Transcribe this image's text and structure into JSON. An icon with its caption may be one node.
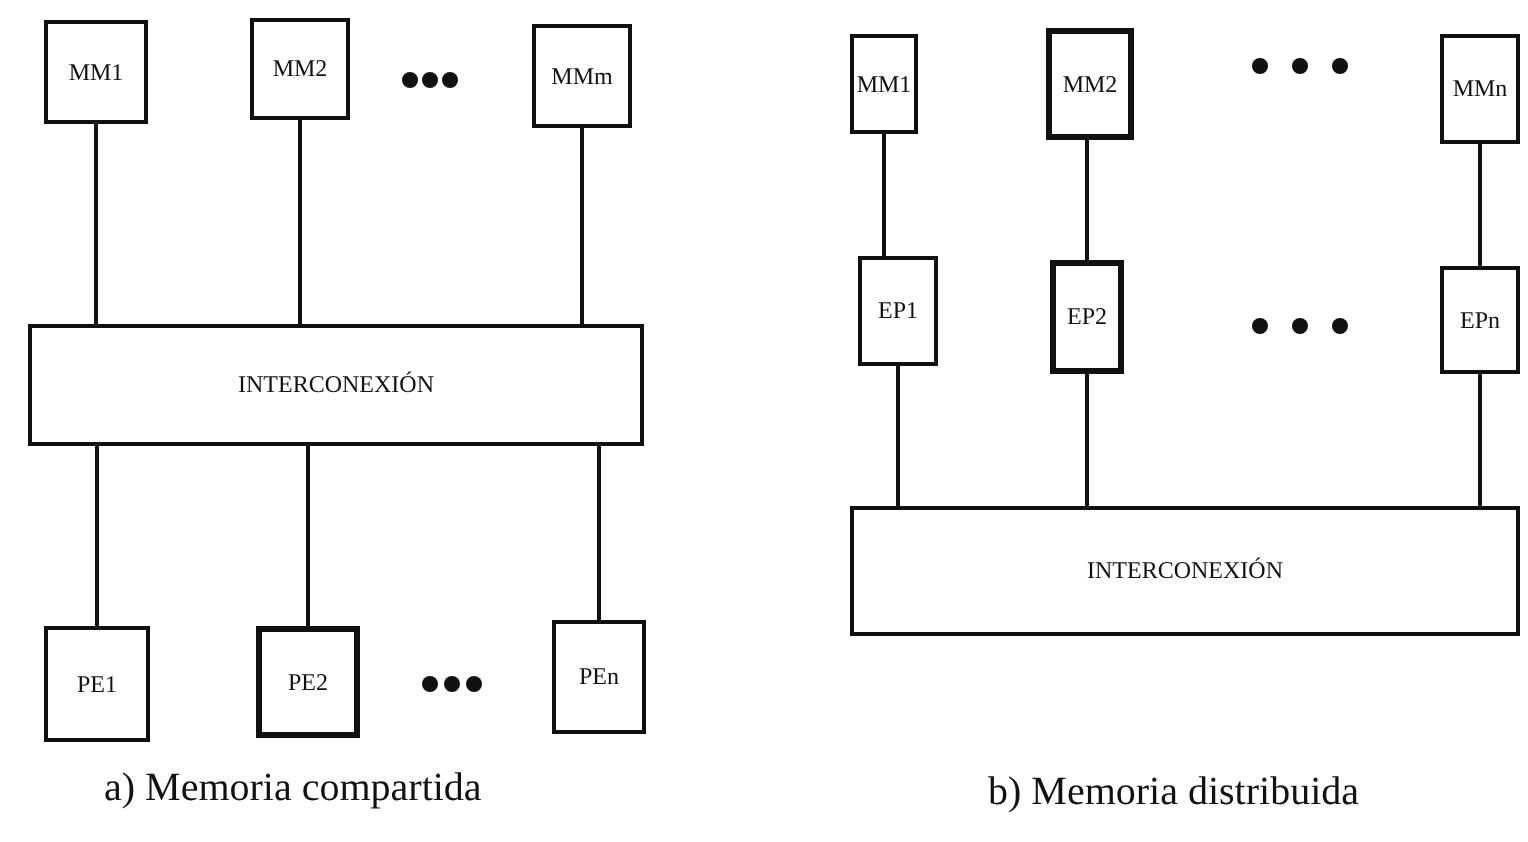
{
  "diagram": {
    "nodes": [
      {
        "text": [
          "MM1"
        ]
      },
      {
        "text": [
          "MM2"
        ]
      },
      {
        "text": [
          "MMm"
        ]
      },
      {
        "text": [
          "INTERCONEXIÓN"
        ]
      },
      {
        "text": [
          "PE1"
        ]
      },
      {
        "text": [
          "PE2"
        ]
      },
      {
        "text": [
          "PEn"
        ]
      },
      {
        "text": [
          "MM1"
        ]
      },
      {
        "text": [
          "MM2"
        ]
      },
      {
        "text": [
          "MMn"
        ]
      },
      {
        "text": [
          "EP1"
        ]
      },
      {
        "text": [
          "EP2"
        ]
      },
      {
        "text": [
          "EPn"
        ]
      },
      {
        "text": [
          "INTERCONEXIÓN"
        ]
      }
    ],
    "edges": [
      {
        "from": 0,
        "to": 3,
        "arrow": "none"
      },
      {
        "from": 1,
        "to": 3,
        "arrow": "none"
      },
      {
        "from": 2,
        "to": 3,
        "arrow": "none"
      },
      {
        "from": 3,
        "to": 4,
        "arrow": "none"
      },
      {
        "from": 3,
        "to": 5,
        "arrow": "none"
      },
      {
        "from": 3,
        "to": 6,
        "arrow": "none"
      },
      {
        "from": 7,
        "to": 10,
        "arrow": "none"
      },
      {
        "from": 8,
        "to": 11,
        "arrow": "none"
      },
      {
        "from": 9,
        "to": 12,
        "arrow": "none"
      },
      {
        "from": 10,
        "to": 13,
        "arrow": "none"
      },
      {
        "from": 11,
        "to": 13,
        "arrow": "none"
      },
      {
        "from": 12,
        "to": 13,
        "arrow": "none"
      }
    ],
    "labels": [
      "a) Memoria compartida",
      "b) Memoria distribuida"
    ]
  }
}
